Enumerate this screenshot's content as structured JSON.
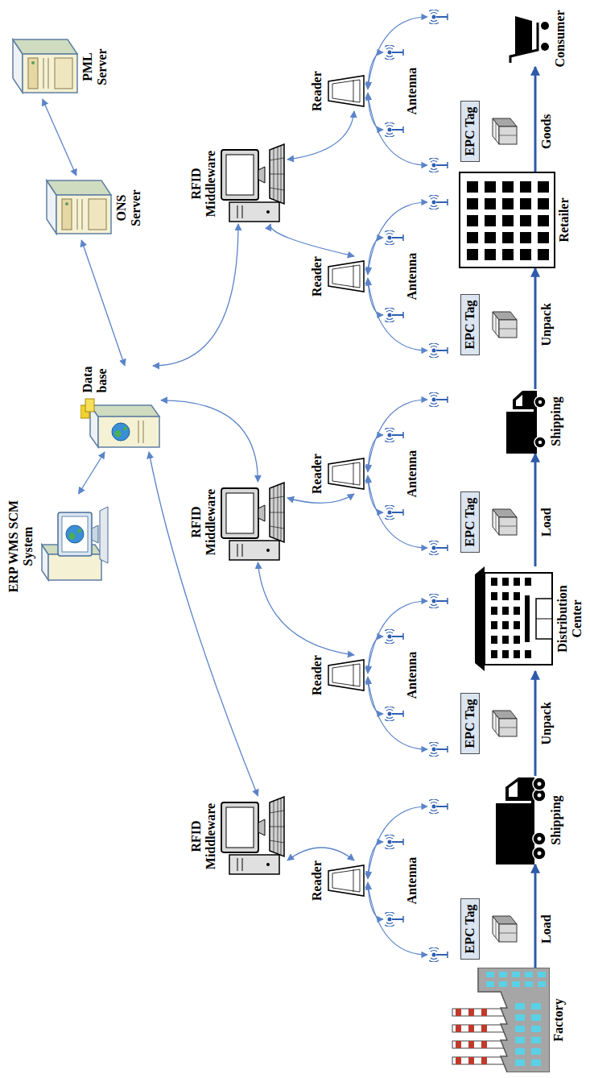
{
  "diagram": {
    "nodes": [
      {
        "text": [
          "PML Server"
        ]
      },
      {
        "text": [
          "ONS Server"
        ]
      },
      {
        "text": [
          "Data base"
        ]
      },
      {
        "text": [
          "ERP WMS SCM System"
        ]
      },
      {
        "text": [
          "RFID Middleware"
        ]
      },
      {
        "text": [
          "RFID Middleware"
        ]
      },
      {
        "text": [
          "RFID Middleware"
        ]
      },
      {
        "text": [
          "Reader"
        ]
      },
      {
        "text": [
          "Reader"
        ]
      },
      {
        "text": [
          "Reader"
        ]
      },
      {
        "text": [
          "Reader"
        ]
      },
      {
        "text": [
          "Reader"
        ]
      },
      {
        "text": [
          "EPC Tag"
        ]
      },
      {
        "text": [
          "EPC Tag"
        ]
      },
      {
        "text": [
          "EPC Tag"
        ]
      },
      {
        "text": [
          "EPC Tag"
        ]
      },
      {
        "text": [
          "EPC Tag"
        ]
      },
      {
        "text": [
          "Factory"
        ]
      },
      {
        "text": [
          "Shipping"
        ]
      },
      {
        "text": [
          "Distribution Center"
        ]
      },
      {
        "text": [
          "Shipping"
        ]
      },
      {
        "text": [
          "Retailer"
        ]
      },
      {
        "text": [
          "Consumer"
        ]
      }
    ],
    "edges": [
      {
        "from": 0,
        "to": 1,
        "arrow": "both"
      },
      {
        "from": 1,
        "to": 2,
        "arrow": "both"
      },
      {
        "from": 3,
        "to": 2,
        "arrow": "both"
      },
      {
        "from": 2,
        "to": 4,
        "arrow": "both"
      },
      {
        "from": 2,
        "to": 5,
        "arrow": "both"
      },
      {
        "from": 2,
        "to": 6,
        "arrow": "both"
      },
      {
        "from": 4,
        "to": 7,
        "arrow": "both"
      },
      {
        "from": 5,
        "to": 8,
        "arrow": "both"
      },
      {
        "from": 5,
        "to": 9,
        "arrow": "both"
      },
      {
        "from": 6,
        "to": 10,
        "arrow": "both"
      },
      {
        "from": 6,
        "to": 11,
        "arrow": "both"
      },
      {
        "from": 17,
        "to": 18,
        "arrow": "to"
      },
      {
        "from": 18,
        "to": 19,
        "arrow": "to"
      },
      {
        "from": 19,
        "to": 20,
        "arrow": "to"
      },
      {
        "from": 20,
        "to": 21,
        "arrow": "to"
      },
      {
        "from": 21,
        "to": 22,
        "arrow": "to"
      }
    ],
    "labels": [
      "Antenna",
      "Antenna",
      "Antenna",
      "Antenna",
      "Antenna",
      "Load",
      "Unpack",
      "Load",
      "Unpack",
      "Goods"
    ]
  }
}
